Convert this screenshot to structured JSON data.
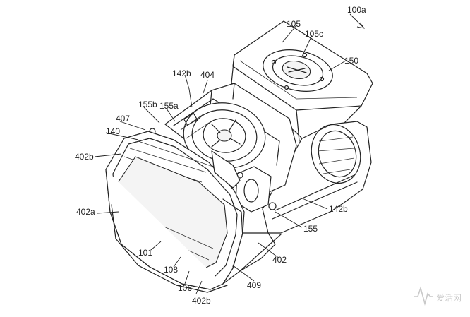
{
  "figure": {
    "ref_main": "100a",
    "labels": {
      "l105": "105",
      "l105c": "105c",
      "l150": "150",
      "l142b_top": "142b",
      "l404": "404",
      "l155b": "155b",
      "l155a": "155a",
      "l407": "407",
      "l140": "140",
      "l402b_left": "402b",
      "l402a": "402a",
      "l101": "101",
      "l108": "108",
      "l106": "106",
      "l402b_bottom": "402b",
      "l409": "409",
      "l402": "402",
      "l155": "155",
      "l142b_right": "142b"
    }
  },
  "watermark": {
    "text": "爱活网",
    "icon": "pulse-wave-icon",
    "color": "#c9c9c9"
  }
}
